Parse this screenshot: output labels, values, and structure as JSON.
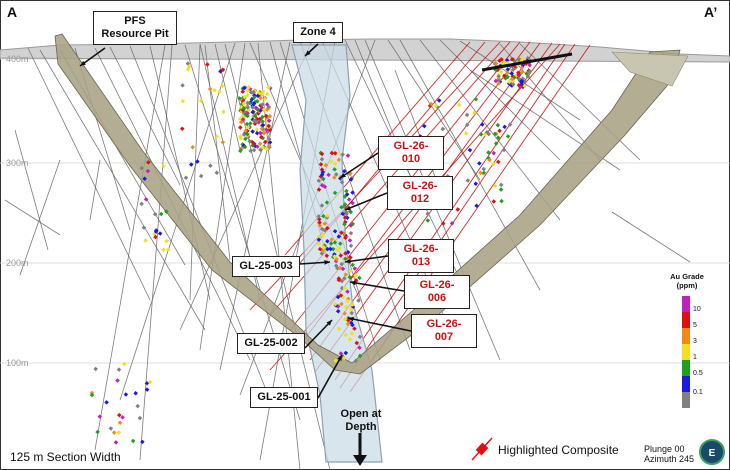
{
  "section": {
    "corner_left": "A",
    "corner_right": "A’",
    "elevations": [
      "400m",
      "300m",
      "200m",
      "100m"
    ],
    "section_width": "125 m Section Width",
    "open_at_depth": "Open at\nDepth",
    "plunge": "Plunge 00",
    "azimuth": "Azimuth 245"
  },
  "callouts": {
    "pfs_pit": "PFS\nResource Pit",
    "zone4": "Zone 4",
    "black_holes": [
      "GL-25-003",
      "GL-25-002",
      "GL-25-001"
    ],
    "red_holes": [
      "GL-26-010",
      "GL-26-012",
      "GL-26-013",
      "GL-26-006",
      "GL-26-007"
    ]
  },
  "legend": {
    "title": "Au Grade\n(ppm)",
    "labels": [
      "10",
      "5",
      "3",
      "1",
      "0.5",
      "0.1"
    ],
    "colors": [
      "#c020c0",
      "#e01010",
      "#f08a1a",
      "#f0e020",
      "#20a020",
      "#1a1ae0",
      "#808080"
    ],
    "highlight_label": "Highlighted Composite",
    "highlight_color": "#e01010"
  },
  "colors": {
    "zone_fill": "#c9dbe6",
    "pit_fill": "#a8a284",
    "drill_trace": "#666666",
    "callout_red": "#d01010",
    "logo_bg": "#1a4a6a"
  },
  "icons": {
    "logo": "company-logo-icon",
    "arrow": "arrow-down-icon"
  }
}
